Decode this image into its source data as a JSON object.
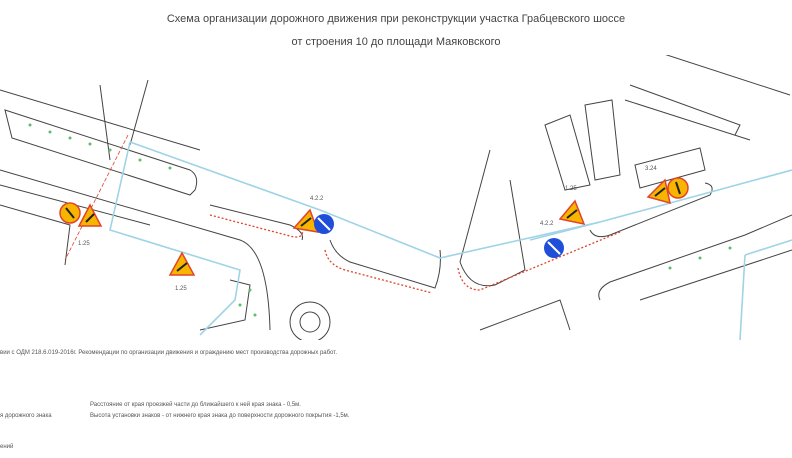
{
  "header": {
    "title_line1": "Схема организации дорожного движения при реконструкции участка Грабцевского шоссе",
    "title_line2": "от строения 10 до площади Маяковского"
  },
  "map": {
    "colors": {
      "utility_line": "#9fd3e6",
      "work_zone": "#e0442a",
      "road": "#333333",
      "trees": "#5cbf6a",
      "warning_sign": "#f7b500",
      "mandatory_sign": "#1f4fd8"
    },
    "sign_labels": [
      "1.25",
      "4.2.2",
      "1.25",
      "4.2.2",
      "1.25",
      "3.24"
    ],
    "signs": [
      {
        "icon": "narrowing-road-sign-icon"
      },
      {
        "icon": "road-works-sign-icon"
      },
      {
        "icon": "road-works-sign-icon"
      },
      {
        "icon": "road-works-sign-icon"
      },
      {
        "icon": "keep-right-sign-icon"
      },
      {
        "icon": "keep-right-sign-icon"
      },
      {
        "icon": "road-works-sign-icon"
      },
      {
        "icon": "road-works-sign-icon"
      },
      {
        "icon": "narrowing-road-sign-icon"
      }
    ]
  },
  "notes": {
    "reference": "вии с ОДМ 218.6.019-2016г. Рекомендации по организации движения и ограждению мест производства дорожных работ.",
    "distance": "Расстояние от края проезжей части до ближайшего к ней края знака - 0,5м.",
    "height": "Высота установки знаков - от нижнего края знака до поверхности дорожного покрытия -1,5м.",
    "legend_sign": "я дорожного знака",
    "legend_fence": "ений"
  }
}
